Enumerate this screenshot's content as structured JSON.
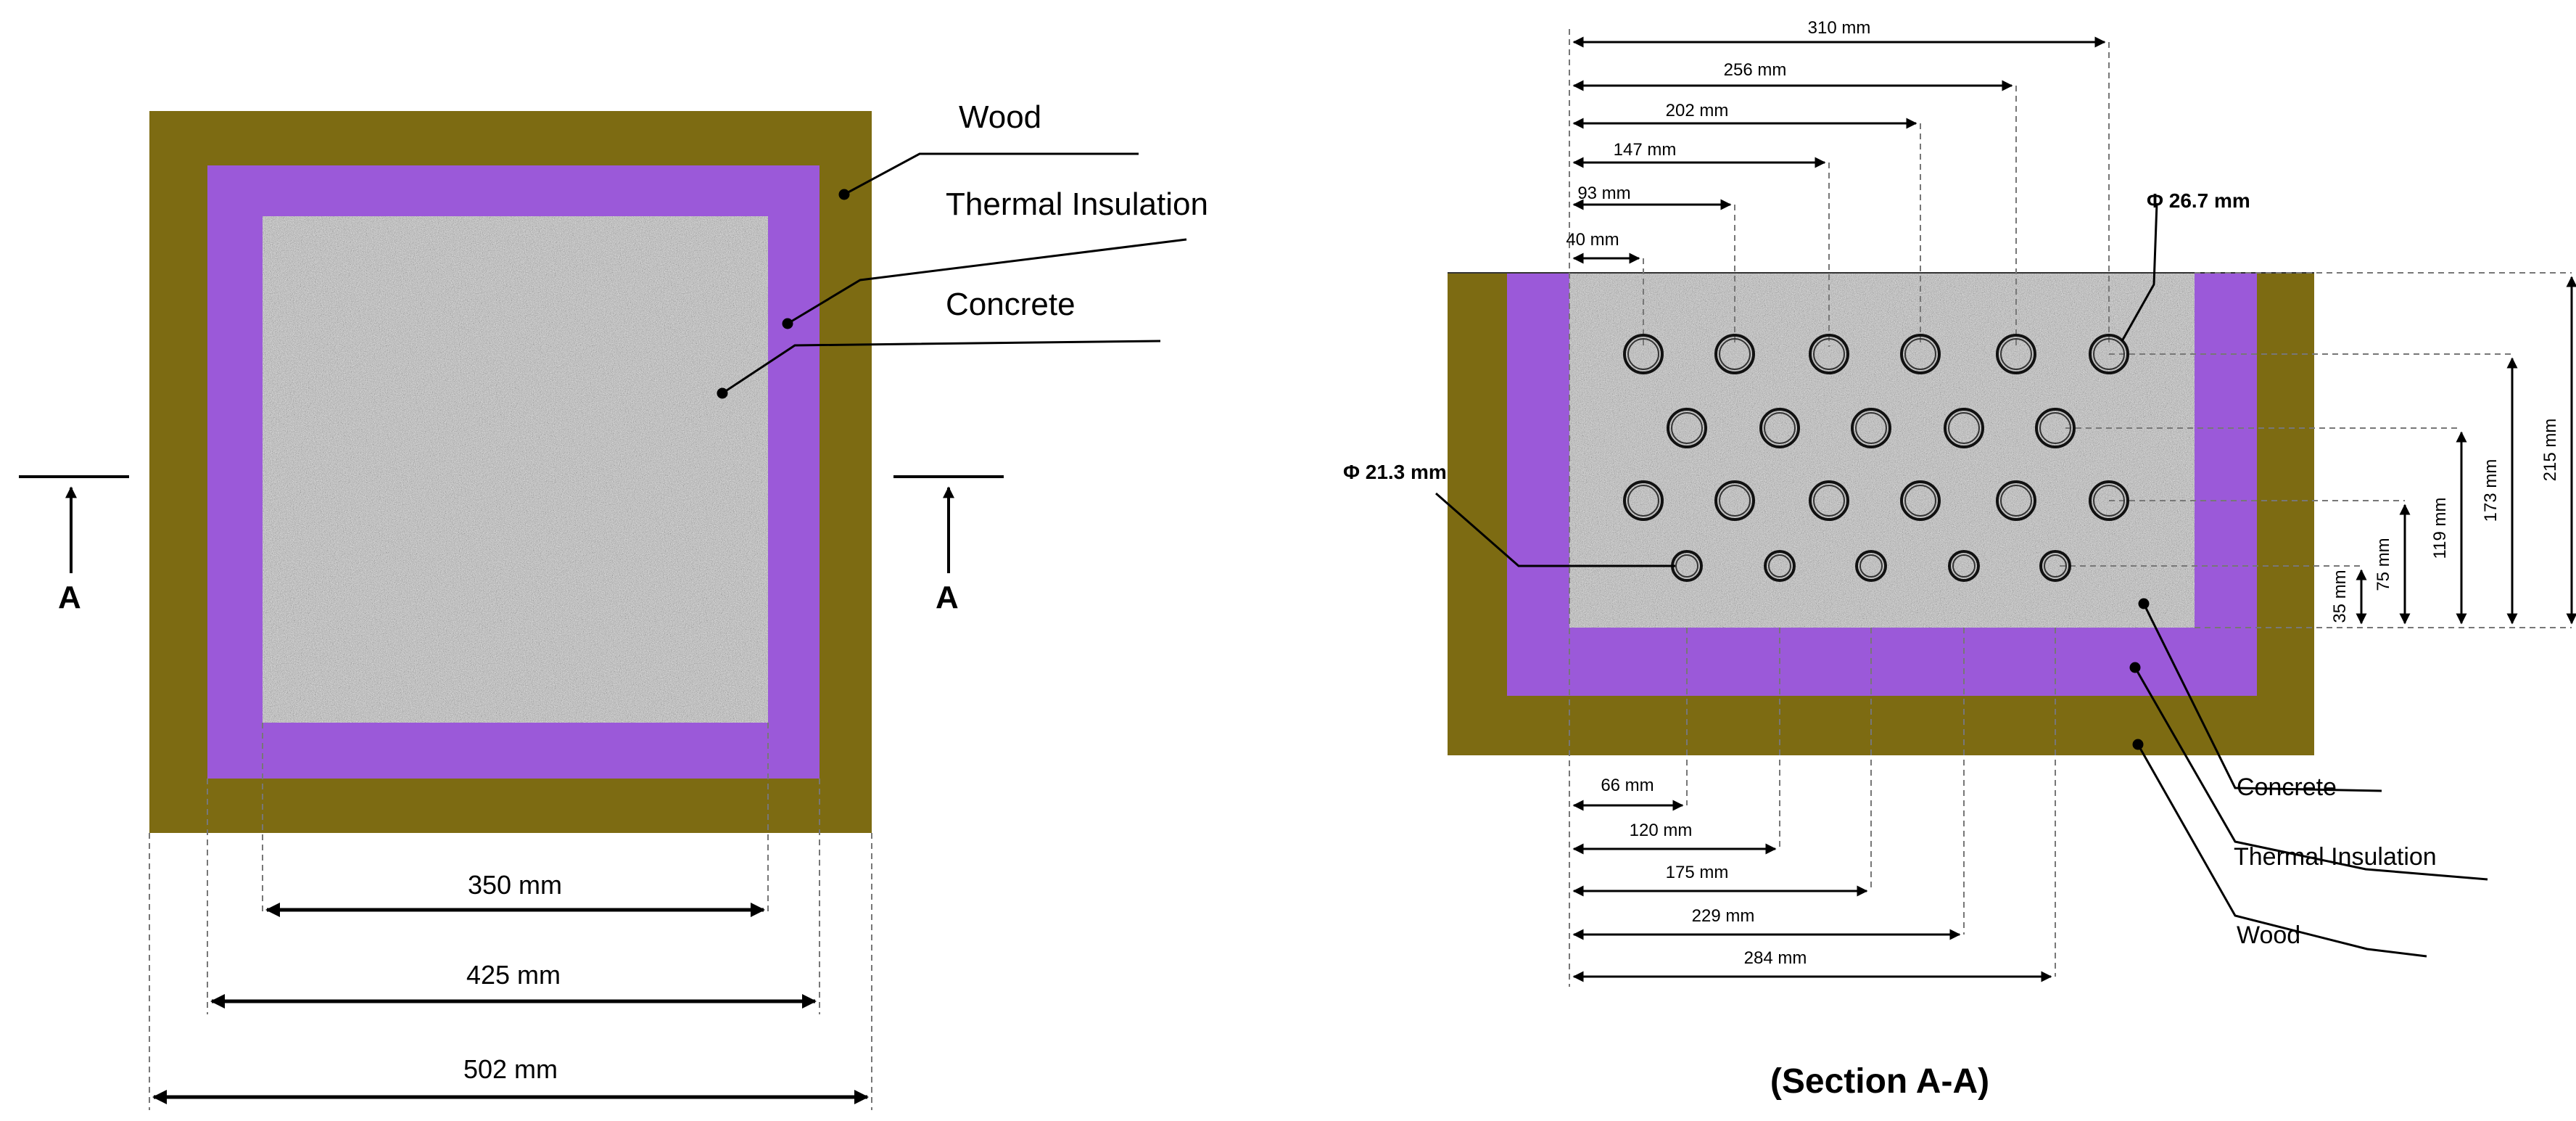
{
  "plan_view": {
    "labels": {
      "wood": "Wood",
      "insulation": "Thermal Insulation",
      "concrete": "Concrete"
    },
    "section_marker": "A",
    "dims": {
      "inner": "350 mm",
      "middle": "425 mm",
      "outer": "502 mm"
    }
  },
  "section_view": {
    "title": "(Section A-A)",
    "labels": {
      "concrete": "Concrete",
      "insulation": "Thermal Insulation",
      "wood": "Wood"
    },
    "top_dims": [
      "310 mm",
      "256 mm",
      "202 mm",
      "147 mm",
      "93 mm",
      "40 mm"
    ],
    "bottom_dims": [
      "66 mm",
      "120 mm",
      "175 mm",
      "229 mm",
      "284 mm"
    ],
    "right_dims": [
      "35 mm",
      "75 mm",
      "119 mm",
      "173 mm",
      "215 mm"
    ],
    "pipe_large": "Φ 26.7 mm",
    "pipe_small": "Φ 21.3 mm"
  },
  "colors": {
    "wood": "#7d6b12",
    "insulation": "#9b59d9",
    "concrete": "#b8b8b8"
  }
}
